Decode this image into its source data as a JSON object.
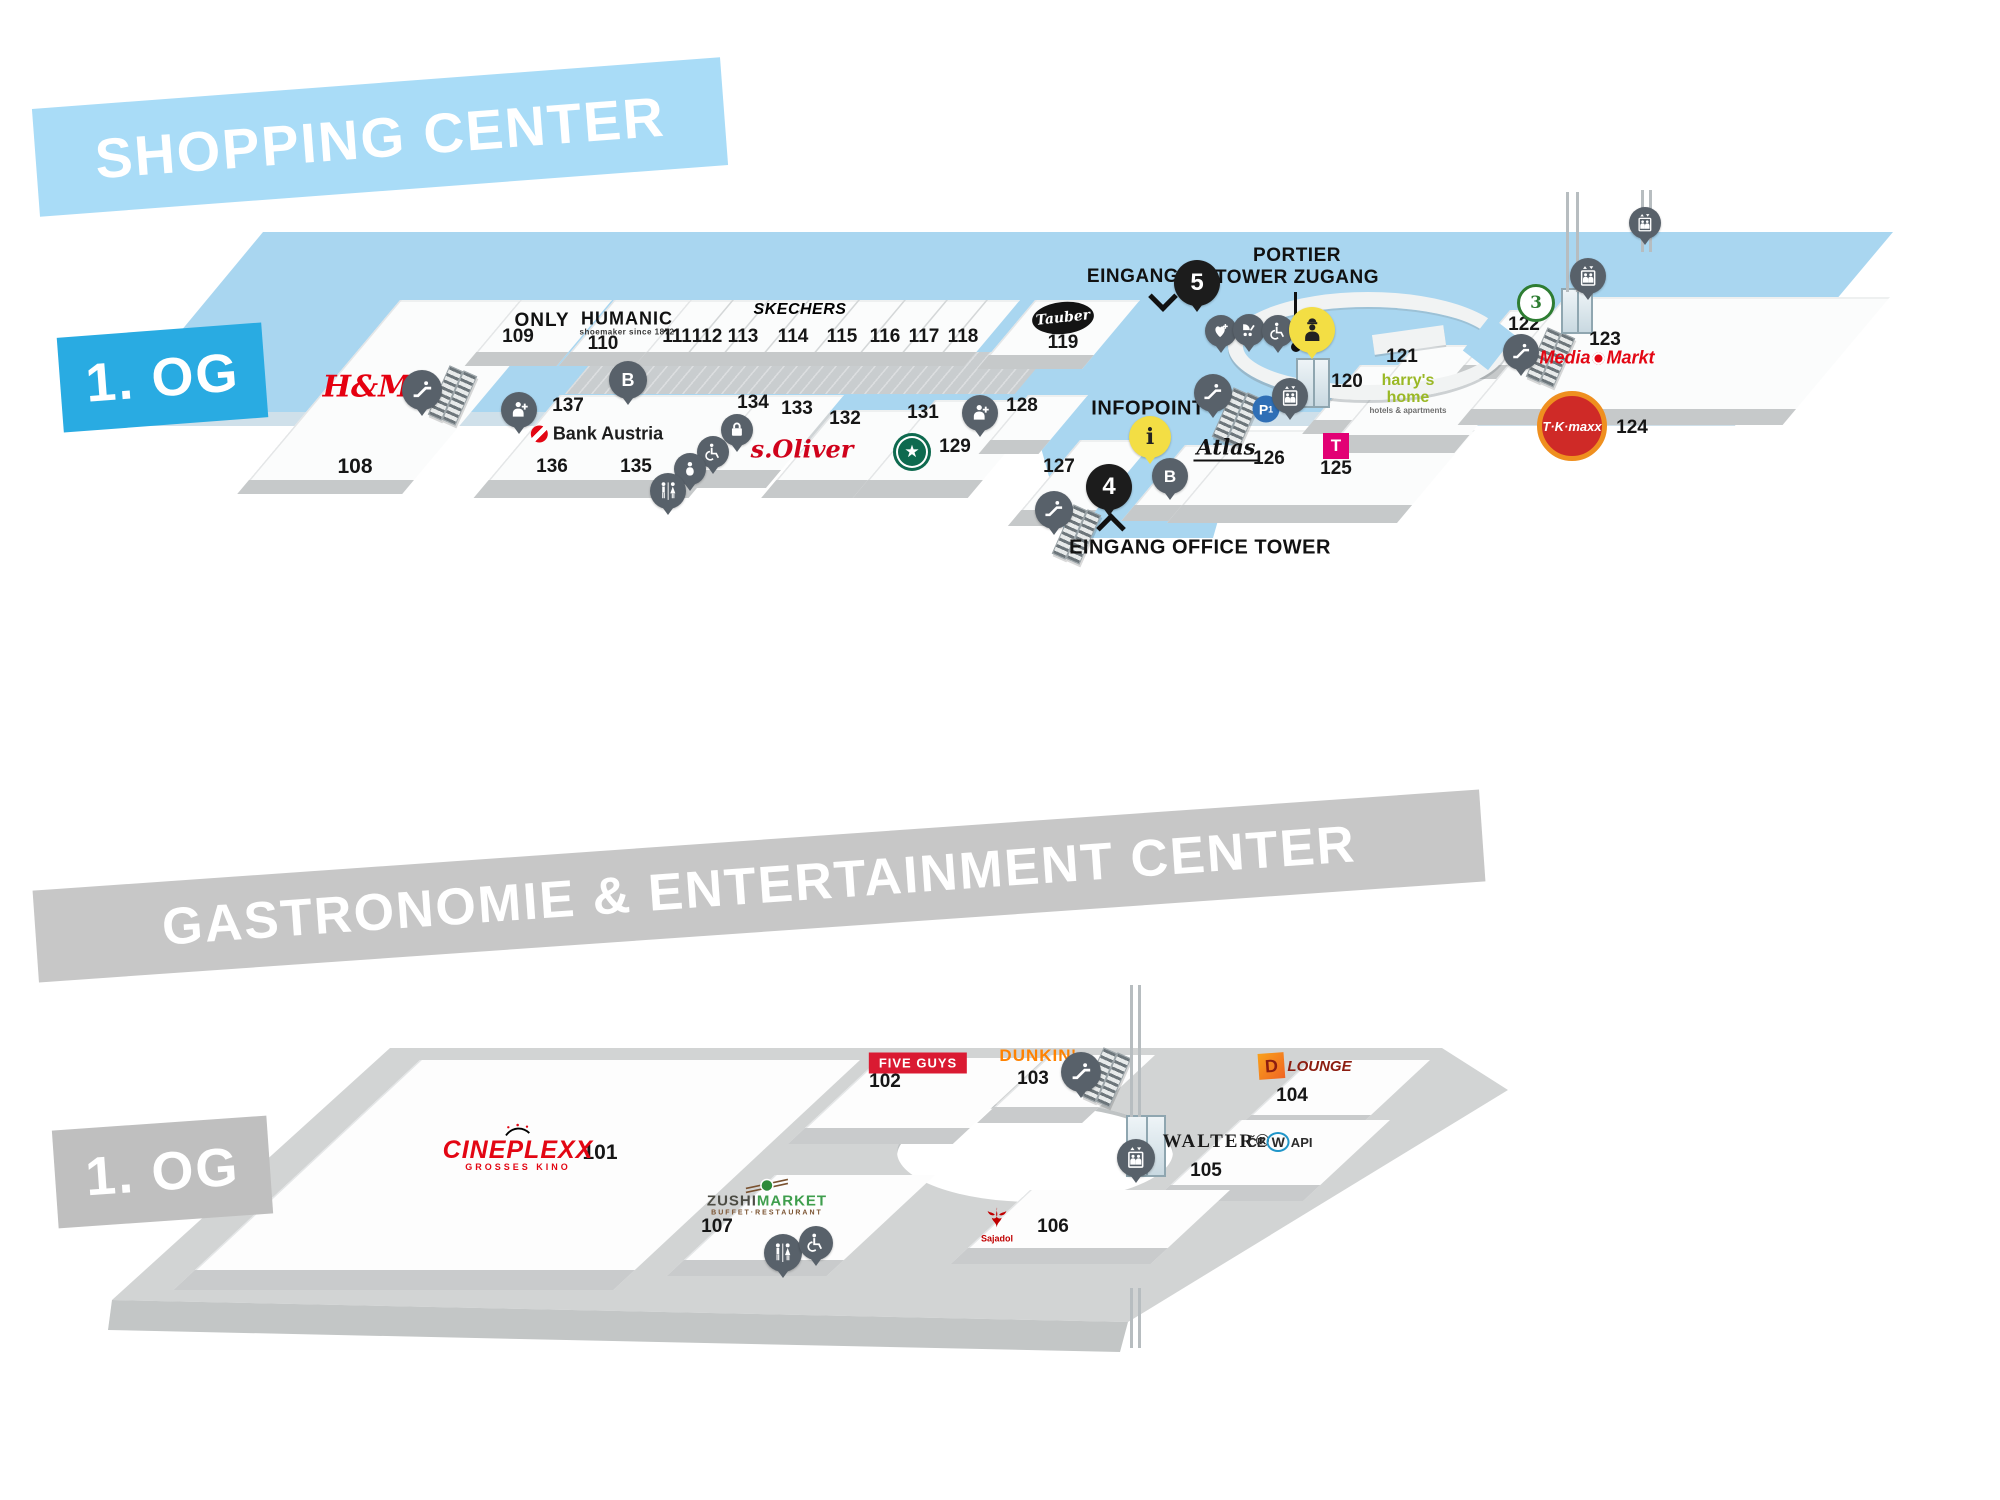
{
  "shopping": {
    "header": "SHOPPING CENTER",
    "floor_label": "1. OG",
    "entrance_top": {
      "label": "EINGANG",
      "pin": "5"
    },
    "portier": {
      "line1": "PORTIER",
      "line2": "TOWER ZUGANG"
    },
    "infopoint_label": "INFOPOINT",
    "entrance_office": {
      "label": "EINGANG OFFICE TOWER",
      "pin": "4"
    },
    "units": {
      "108": "108",
      "109": "109",
      "110": "110",
      "111": "111",
      "112": "112",
      "113": "113",
      "114": "114",
      "115": "115",
      "116": "116",
      "117": "117",
      "118": "118",
      "119": "119",
      "120": "120",
      "121": "121",
      "122": "122",
      "123": "123",
      "124": "124",
      "125": "125",
      "126": "126",
      "127": "127",
      "128": "128",
      "129": "129",
      "131": "131",
      "132": "132",
      "133": "133",
      "134": "134",
      "135": "135",
      "136": "136",
      "137": "137"
    },
    "brands": {
      "hm": "H&M",
      "only": "ONLY",
      "humanic": "HUMANIC",
      "humanic_tag": "shoemaker since 1872",
      "skechers": "SKECHERS",
      "tauber": "Tauber",
      "bank_austria": "Bank Austria",
      "soliver": "s.Oliver",
      "media": "Media",
      "markt": "Markt",
      "tkmaxx": "T·K·maxx",
      "harrys_1": "harry's",
      "harrys_2": "home",
      "harrys_3": "hotels & apartments",
      "telekom_t": "T",
      "atlas": "Atlas"
    },
    "badges": {
      "parking": "P",
      "parking_sub": "1",
      "atm": "B",
      "info": "i",
      "three": "3"
    }
  },
  "gastronomy": {
    "header": "GASTRONOMIE & ENTERTAINMENT CENTER",
    "floor_label": "1. OG",
    "units": {
      "101": "101",
      "102": "102",
      "103": "103",
      "104": "104",
      "105": "105",
      "106": "106",
      "107": "107"
    },
    "brands": {
      "cineplexx": "CINEPLEXX",
      "cineplexx_tag": "GROSSES KINO",
      "fiveguys": "FIVE GUYS",
      "dunkin": "DUNKIN'",
      "dlounge_d": "D",
      "dlounge_rest": "LOUNGE",
      "walter": "WALTER®",
      "cewapi_1": "ČE",
      "cewapi_2": "W",
      "cewapi_3": "API",
      "sajadol": "Sajadol",
      "zushi_1": "ZUSHI",
      "zushi_2": "MARKET",
      "zushi_tag": "BUFFET·RESTAURANT"
    }
  }
}
